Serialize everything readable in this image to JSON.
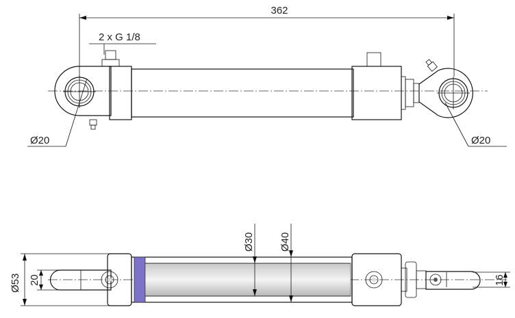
{
  "dimensions": {
    "overall_length": "362",
    "ports": "2 x G 1/8",
    "pin_left": "Ø20",
    "pin_right": "Ø20",
    "rod_diameter": "Ø30",
    "bore_diameter": "Ø40",
    "head_diameter": "Ø53",
    "eye_width": "20",
    "rod_eye_width": "16"
  },
  "colors": {
    "line": "#111111",
    "metal_dark": "#8c8c8c",
    "metal_light": "#e6e6e6",
    "tube": "#cfcfcf",
    "seal": "#7d72c9"
  }
}
